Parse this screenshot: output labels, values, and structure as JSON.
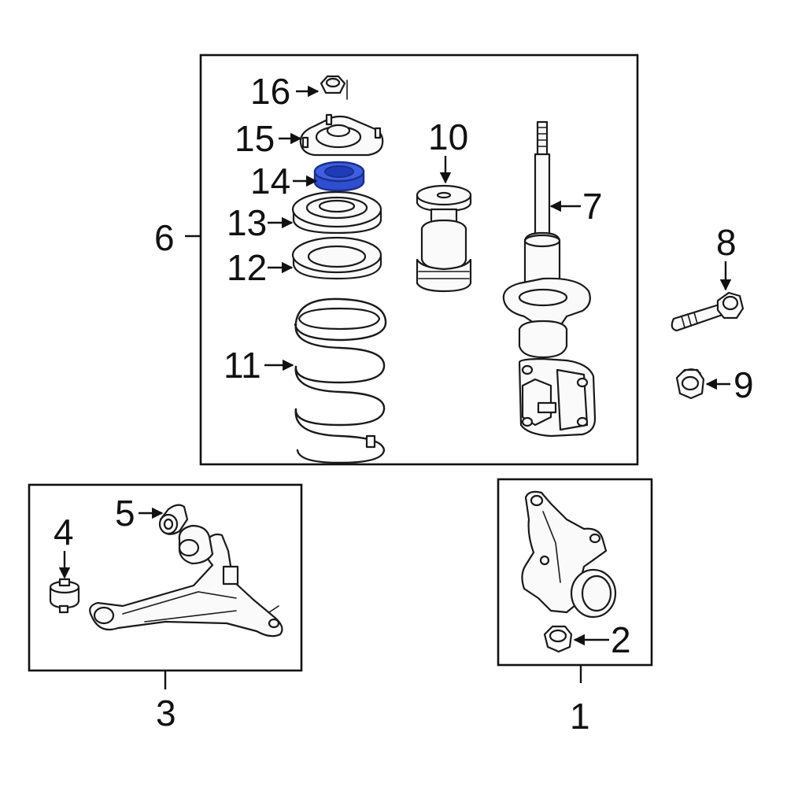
{
  "labels": {
    "l1": "1",
    "l2": "2",
    "l3": "3",
    "l4": "4",
    "l5": "5",
    "l6": "6",
    "l7": "7",
    "l8": "8",
    "l9": "9",
    "l10": "10",
    "l11": "11",
    "l12": "12",
    "l13": "13",
    "l14": "14",
    "l15": "15",
    "l16": "16"
  },
  "colors": {
    "highlight": "#2f4fd0",
    "highlight_dark": "#1a2f8f",
    "ink": "#1a1a1a"
  },
  "highlighted_part": "14"
}
